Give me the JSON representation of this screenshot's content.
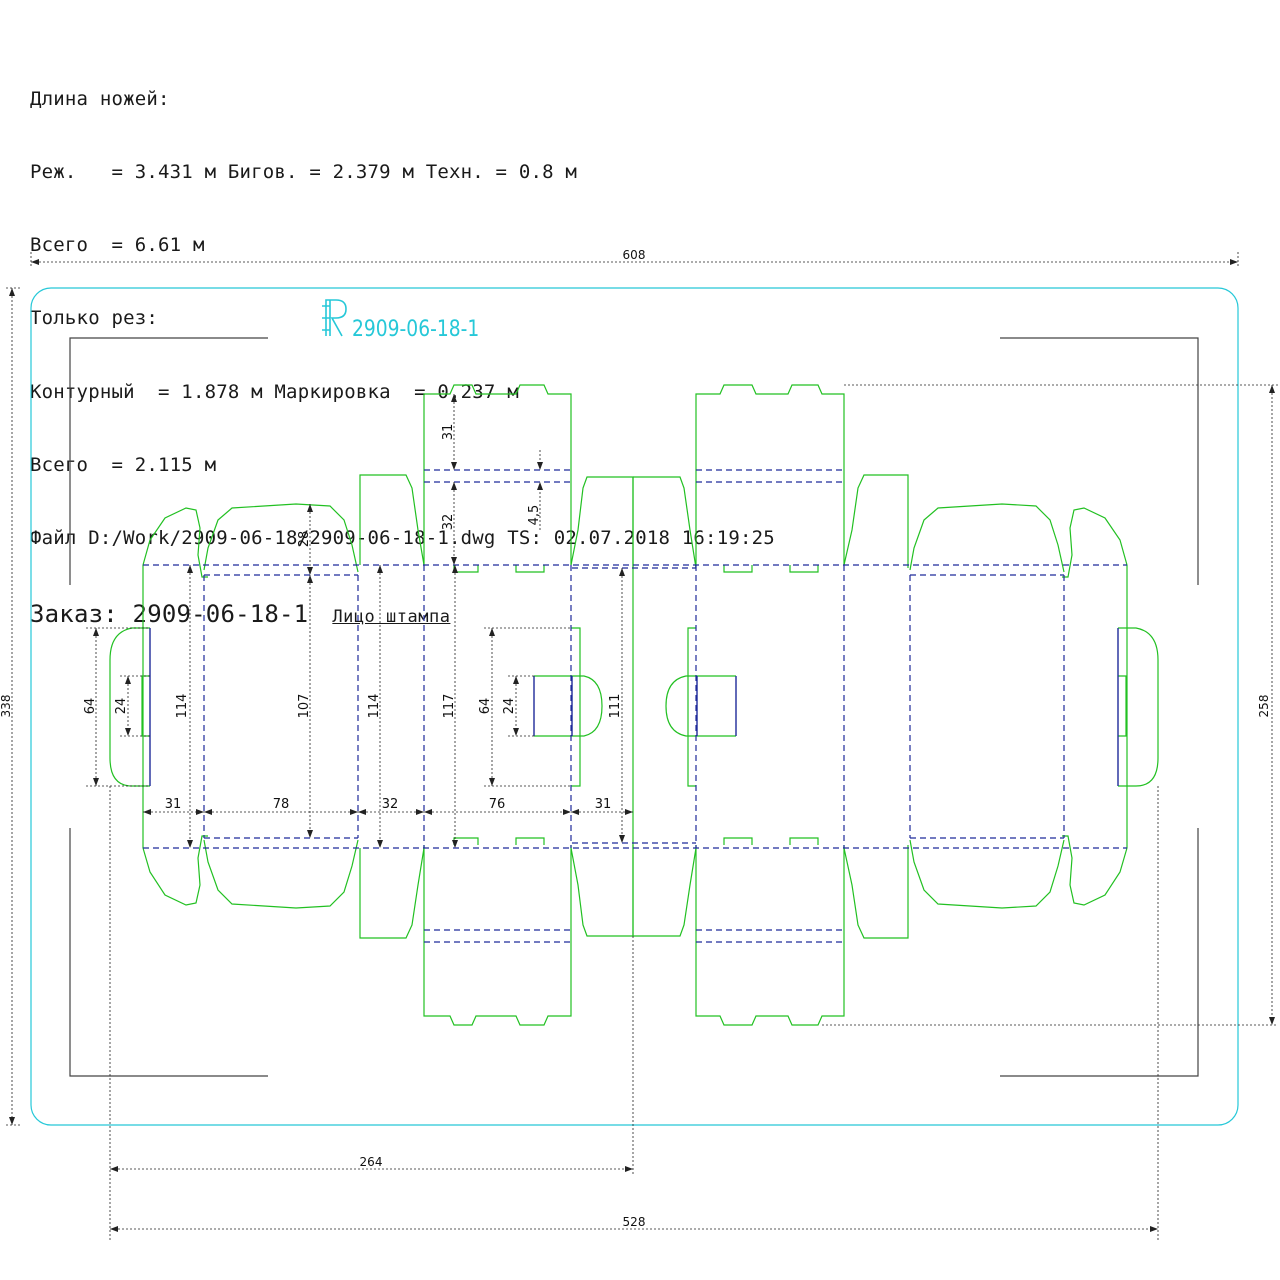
{
  "header": {
    "line1": "Длина ножей:",
    "line2": "Реж.   = 3.431 м Бигов. = 2.379 м Техн. = 0.8 м",
    "line3": "Всего  = 6.61 м",
    "line4": "Только рез:",
    "line5": "Контурный  = 1.878 м Маркировка  = 0.237 м",
    "line6": "Всего  = 2.115 м",
    "line7": "Файл D:/Work/2909-06-18/2909-06-18-1.dwg TS: 02.07.2018 16:19:25",
    "order_label": "Заказ: 2909-06-18-1",
    "face_label": "Лицо штампа"
  },
  "stamp_mark": "2909-06-18-1",
  "dimensions": {
    "overall_width": "608",
    "overall_height": "338",
    "right_height": "258",
    "half_width": "264",
    "full_width": "528",
    "d_31_top": "31",
    "d_32_top": "32",
    "d_4_5": "4,5",
    "d_28": "28",
    "d_64_left": "64",
    "d_24_left": "24",
    "d_114_a": "114",
    "d_107": "107",
    "d_114_b": "114",
    "d_117": "117",
    "d_64_mid": "64",
    "d_24_mid": "24",
    "d_111": "111",
    "d_31_a": "31",
    "d_78": "78",
    "d_32_b": "32",
    "d_76": "76",
    "d_31_b": "31"
  },
  "colors": {
    "cut": "#22c022",
    "crease": "#1e2a9a",
    "frame": "#26c8d8",
    "dim": "#222222",
    "bracket": "#444444"
  }
}
